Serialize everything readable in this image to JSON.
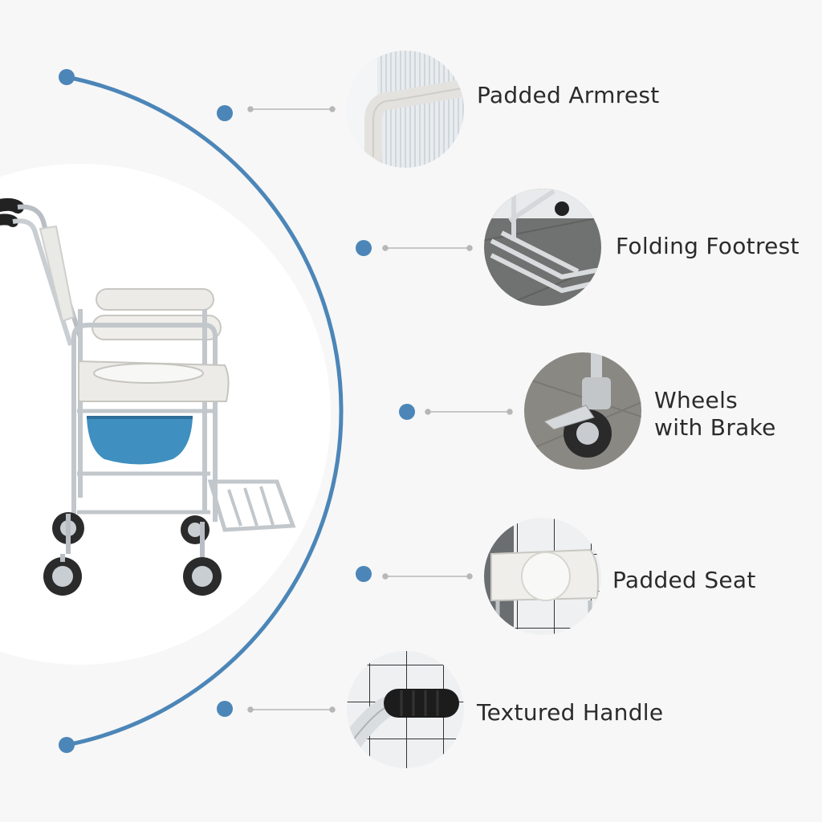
{
  "colors": {
    "background": "#f7f7f7",
    "arc": "#4c86b8",
    "connector": "#b7b7b7",
    "text": "#2b2b2b",
    "commode_bucket": "#3f8fc0"
  },
  "main_image": {
    "name": "commode-wheelchair"
  },
  "features": [
    {
      "label": "Padded Armrest",
      "icon": "armrest-closeup"
    },
    {
      "label": "Folding Footrest",
      "icon": "footrest-closeup"
    },
    {
      "label_line1": "Wheels",
      "label_line2": "with Brake",
      "icon": "wheel-brake-closeup"
    },
    {
      "label": "Padded Seat",
      "icon": "seat-closeup"
    },
    {
      "label": "Textured Handle",
      "icon": "handle-closeup"
    }
  ]
}
